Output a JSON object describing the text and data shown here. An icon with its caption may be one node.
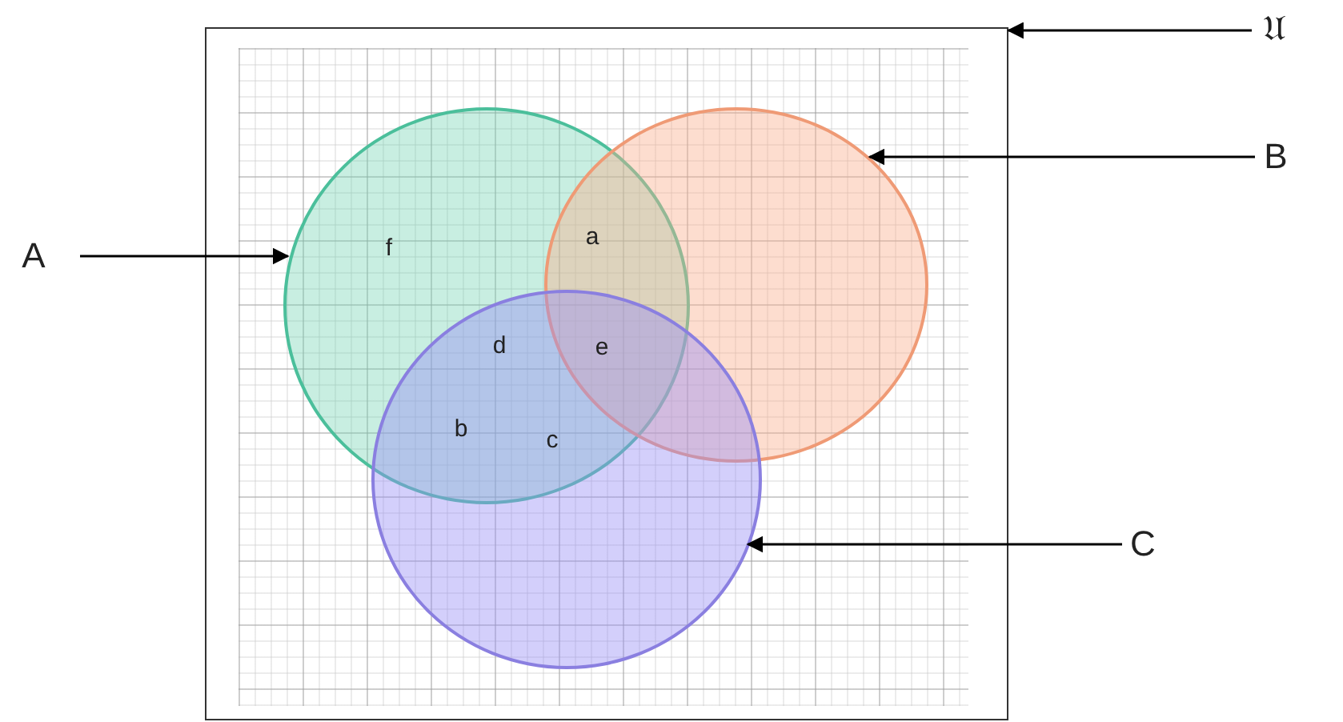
{
  "diagram": {
    "nodes": [
      {
        "text": [],
        "shape": "box"
      },
      {
        "text": [],
        "shape": "circle",
        "in": 0
      },
      {
        "text": [],
        "shape": "circle",
        "in": 0
      },
      {
        "text": [],
        "shape": "circle",
        "in": 0
      },
      {
        "text": [
          "𝔘"
        ]
      },
      {
        "text": [
          "A"
        ]
      },
      {
        "text": [
          "B"
        ]
      },
      {
        "text": [
          "C"
        ]
      }
    ],
    "edges": [
      {
        "from": 4,
        "to": 0,
        "arrow": "to"
      },
      {
        "from": 5,
        "to": 1,
        "arrow": "to"
      },
      {
        "from": 6,
        "to": 2,
        "arrow": "to"
      },
      {
        "from": 7,
        "to": 3,
        "arrow": "to"
      }
    ],
    "labels": [
      "f",
      "a",
      "d",
      "e",
      "b",
      "c"
    ]
  }
}
